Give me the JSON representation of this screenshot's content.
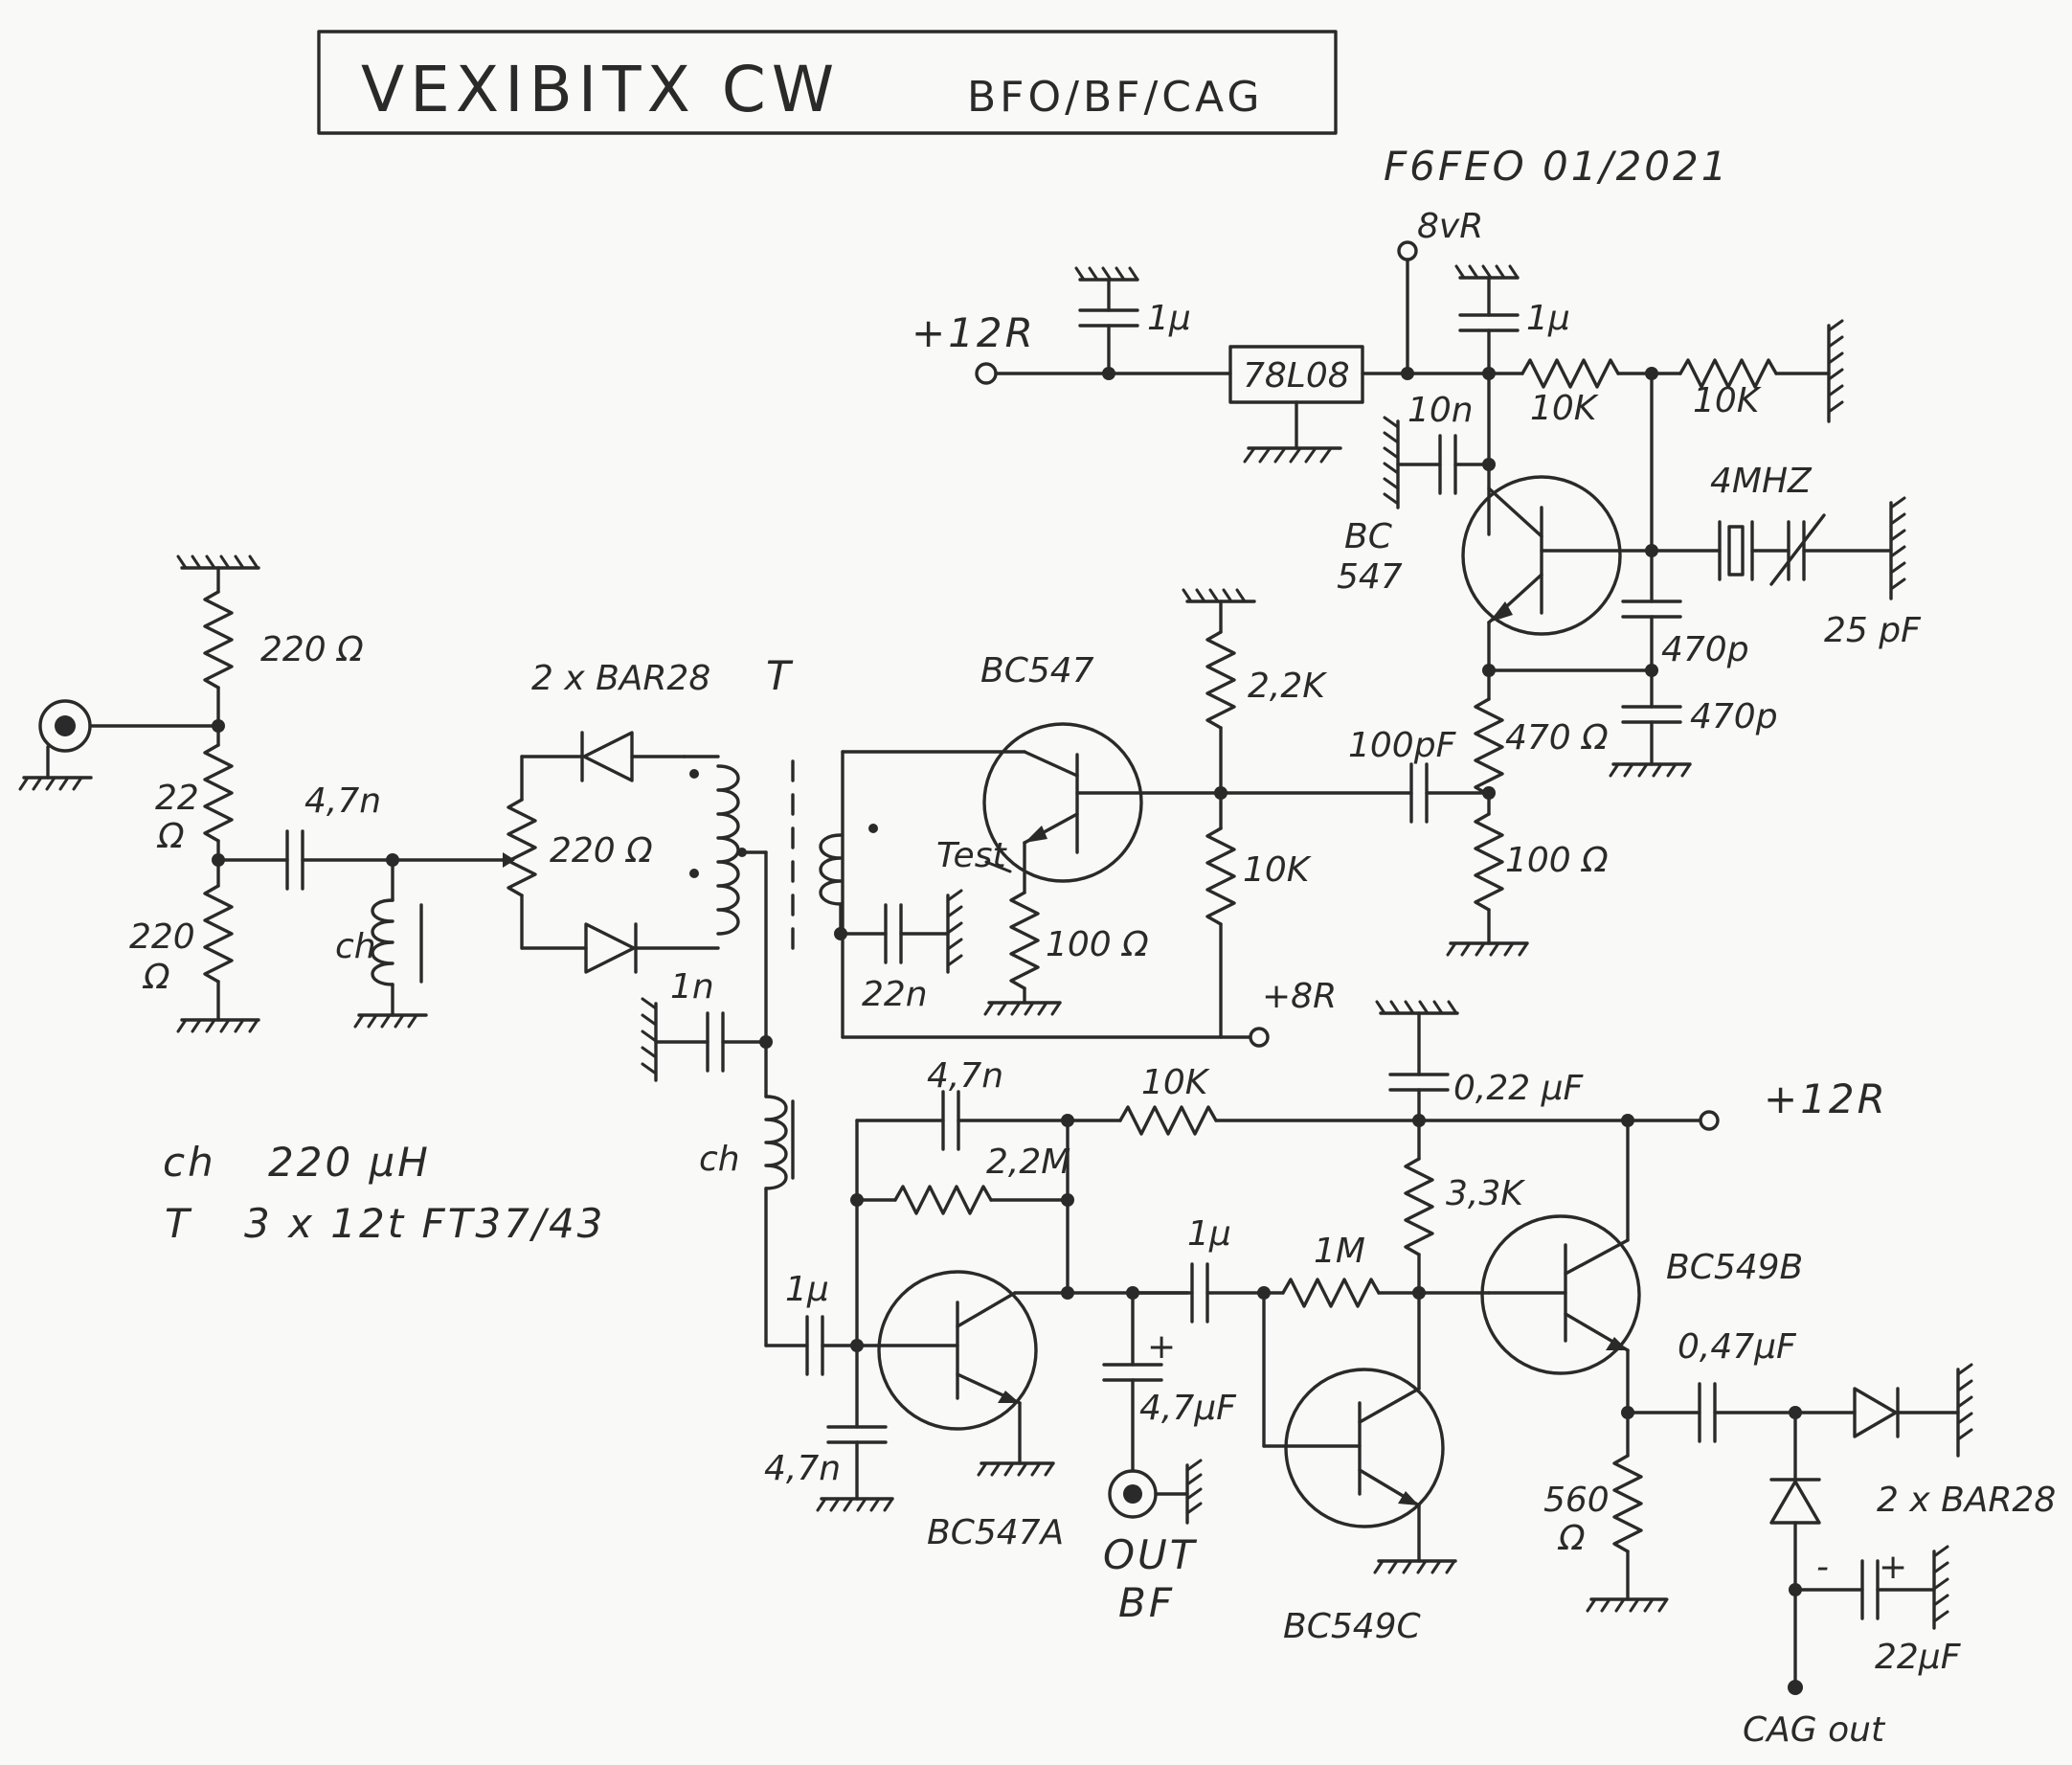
{
  "title": {
    "main": "VEXIBITX CW",
    "subtitle": "BFO/BF/CAG"
  },
  "author": "F6FEO 01/2021",
  "notes": [
    {
      "symbol": "ch",
      "value": "220 μH"
    },
    {
      "symbol": "T",
      "value": "3 x 12t FT37/43"
    }
  ],
  "rails": {
    "supply_12r_a": "+12R",
    "supply_12r_b": "+12R",
    "reg_out": "8vR",
    "supply_8r": "+8R"
  },
  "ic": {
    "regulator": "78L08"
  },
  "transistors": {
    "bfo": "BC 547",
    "buffer": "BC547",
    "preamp": "BC547A",
    "agc_ctrl": "BC549C",
    "output": "BC549B"
  },
  "bfo_labels": {
    "bc": "BC",
    "num": "547"
  },
  "crystal": "4MHZ",
  "trimmer": "25 pF",
  "diodes": {
    "mixer": "2 x BAR28",
    "agc": "2 x BAR28"
  },
  "transformer": "T",
  "test_point": "Test",
  "components": {
    "c_reg_in": "1μ",
    "c_reg_out": "1μ",
    "c_10n": "10n",
    "r_div1": "10K",
    "r_div2": "10K",
    "c_470p_1": "470p",
    "c_470p_2": "470p",
    "r_470": "470 Ω",
    "r_100_bfo": "100 Ω",
    "c_100pf": "100pF",
    "r_2k2": "2,2K",
    "r_10k_bias": "10K",
    "r_100_buf": "100 Ω",
    "c_22n": "22n",
    "r_220_top": "220 Ω",
    "r_22_a": "22",
    "r_22_b": "Ω",
    "r_220_bot_a": "220",
    "r_220_bot_b": "Ω",
    "c_4n7_in": "4,7n",
    "ch_in": "ch",
    "pot_220": "220 Ω",
    "c_1n": "1n",
    "ch_mid": "ch",
    "c_1u_in": "1μ",
    "c_4n7_gnd": "4,7n",
    "c_4n7_fb": "4,7n",
    "r_2m2": "2,2M",
    "r_10k_top": "10K",
    "c_022": "0,22 μF",
    "r_3k3": "3,3K",
    "c_1u_out": "1μ",
    "r_1m": "1M",
    "c_4u7": "4,7μF",
    "c_047": "0,47μF",
    "r_560_a": "560",
    "r_560_b": "Ω",
    "c_22u": "22μF",
    "plus": "+",
    "minus": "-"
  },
  "outputs": {
    "bf_a": "OUT",
    "bf_b": "BF",
    "cag": "CAG out"
  }
}
